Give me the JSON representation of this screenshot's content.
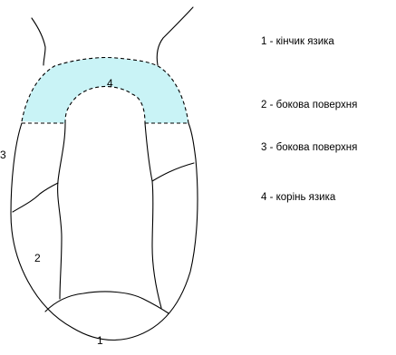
{
  "diagram": {
    "colors": {
      "root_fill": "#c9f3f6",
      "stroke": "#000000"
    },
    "region_numbers": {
      "tip": "1",
      "lateral_lower": "2",
      "lateral_upper": "3",
      "root": "4"
    },
    "legend": [
      "1 - кінчик язика",
      "2 - бокова поверхня",
      "3 - бокова поверхня",
      "4 - корінь язика"
    ]
  }
}
